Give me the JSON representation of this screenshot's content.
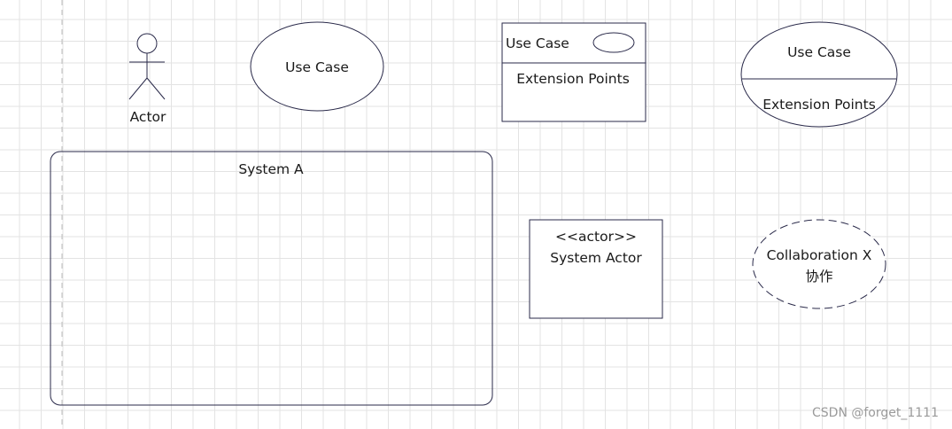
{
  "diagram": {
    "actor": {
      "label": "Actor"
    },
    "use_case": {
      "label": "Use Case"
    },
    "use_case_rect": {
      "label": "Use Case",
      "compartment": "Extension Points"
    },
    "use_case_ellipse": {
      "label": "Use Case",
      "compartment": "Extension Points"
    },
    "system_boundary": {
      "label": "System A"
    },
    "system_actor": {
      "stereotype": "<<actor>>",
      "label": "System Actor"
    },
    "collaboration": {
      "label": "Collaboration X",
      "sublabel": "协作"
    }
  },
  "watermark": {
    "text": "CSDN @forget_1111"
  },
  "colors": {
    "stroke": "#2a2a4a",
    "grid": "#e3e3e3",
    "watermark": "#9a9a9a"
  }
}
